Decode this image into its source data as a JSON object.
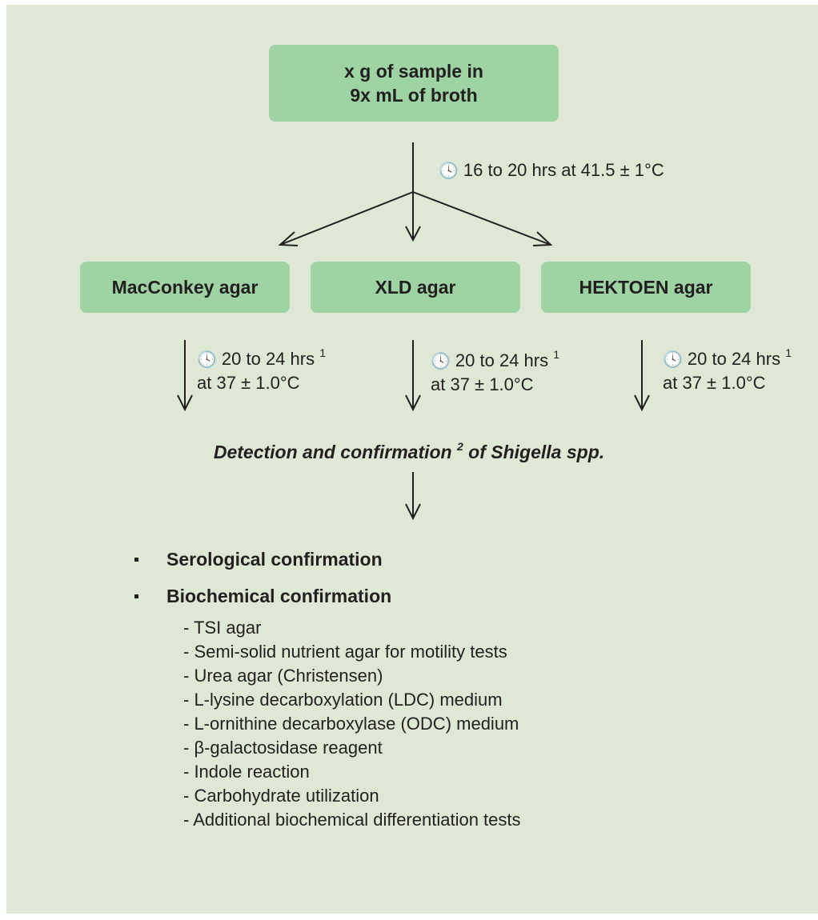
{
  "sample_box": {
    "line1": "x g of sample in",
    "line2": "9x mL of broth"
  },
  "enrichment": {
    "clock_icon": "clock-icon",
    "text": "16 to 20 hrs at 41.5 ± 1°C"
  },
  "agars": [
    {
      "label": "MacConkey agar",
      "time": "20 to 24 hrs",
      "footnote": "1",
      "temp": "at 37 ± 1.0°C"
    },
    {
      "label": "XLD agar",
      "time": "20 to 24 hrs",
      "footnote": "1",
      "temp": "at 37 ± 1.0°C"
    },
    {
      "label": "HEKTOEN agar",
      "time": "20 to 24 hrs",
      "footnote": "1",
      "temp": "at 37 ± 1.0°C"
    }
  ],
  "detection": {
    "before": "Detection and confirmation",
    "footnote": "2",
    "after": "of Shigella spp."
  },
  "confirmations": [
    {
      "label": "Serological confirmation"
    },
    {
      "label": "Biochemical confirmation"
    }
  ],
  "biochemical_tests": [
    "- TSI agar",
    "- Semi-solid nutrient agar for motility tests",
    "- Urea agar (Christensen)",
    "- L-lysine decarboxylation (LDC) medium",
    "- L-ornithine decarboxylase (ODC) medium",
    "- β-galactosidase reagent",
    "- Indole reaction",
    "- Carbohydrate utilization",
    "- Additional biochemical differentiation tests"
  ],
  "colors": {
    "background": "#dfe8d4",
    "box": "#9ed3a4",
    "text": "#231f20"
  }
}
